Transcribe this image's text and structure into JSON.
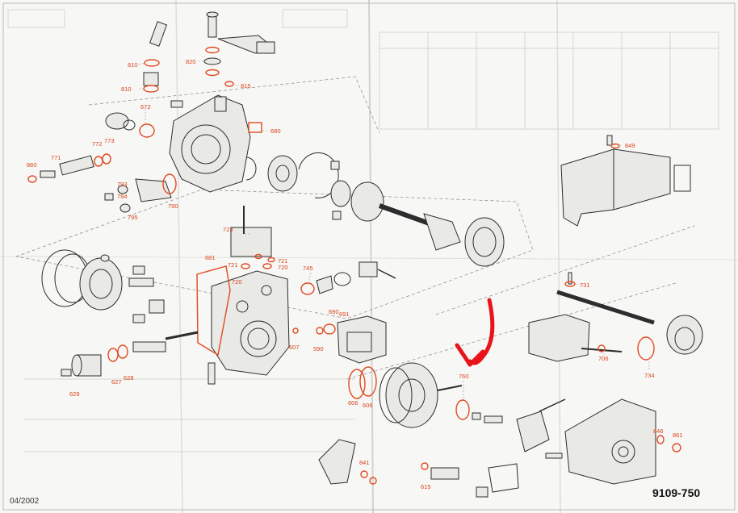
{
  "footer": {
    "date": "04/2002",
    "drawing_number": "9109-750"
  },
  "colors": {
    "part_label": "#d9431e",
    "annotation_red": "#e8141c",
    "line_art": "#2d2d2d"
  },
  "part_labels": [
    {
      "id": "p810a",
      "text": "810"
    },
    {
      "id": "p810b",
      "text": "810"
    },
    {
      "id": "p820",
      "text": "820"
    },
    {
      "id": "p815",
      "text": "815"
    },
    {
      "id": "p672",
      "text": "672"
    },
    {
      "id": "p680",
      "text": "680"
    },
    {
      "id": "p772",
      "text": "772"
    },
    {
      "id": "p773",
      "text": "773"
    },
    {
      "id": "p771",
      "text": "771"
    },
    {
      "id": "p860",
      "text": "860"
    },
    {
      "id": "p793",
      "text": "793"
    },
    {
      "id": "p794",
      "text": "794"
    },
    {
      "id": "p795",
      "text": "795"
    },
    {
      "id": "p790",
      "text": "790"
    },
    {
      "id": "p849",
      "text": "849"
    },
    {
      "id": "p723",
      "text": "723"
    },
    {
      "id": "p681",
      "text": "681"
    },
    {
      "id": "p721a",
      "text": "721"
    },
    {
      "id": "p721b",
      "text": "721"
    },
    {
      "id": "p720a",
      "text": "720"
    },
    {
      "id": "p720b",
      "text": "720"
    },
    {
      "id": "p745",
      "text": "745"
    },
    {
      "id": "p731",
      "text": "731"
    },
    {
      "id": "p690",
      "text": "690"
    },
    {
      "id": "p691",
      "text": "691"
    },
    {
      "id": "p607",
      "text": "607"
    },
    {
      "id": "p590",
      "text": "590"
    },
    {
      "id": "p706",
      "text": "706"
    },
    {
      "id": "p734",
      "text": "734"
    },
    {
      "id": "p627",
      "text": "627"
    },
    {
      "id": "p628",
      "text": "628"
    },
    {
      "id": "p629",
      "text": "629"
    },
    {
      "id": "p760",
      "text": "760"
    },
    {
      "id": "p606a",
      "text": "606"
    },
    {
      "id": "p606b",
      "text": "606"
    },
    {
      "id": "p846",
      "text": "846"
    },
    {
      "id": "p861",
      "text": "861"
    },
    {
      "id": "p841",
      "text": "841"
    },
    {
      "id": "p615",
      "text": "615"
    }
  ]
}
